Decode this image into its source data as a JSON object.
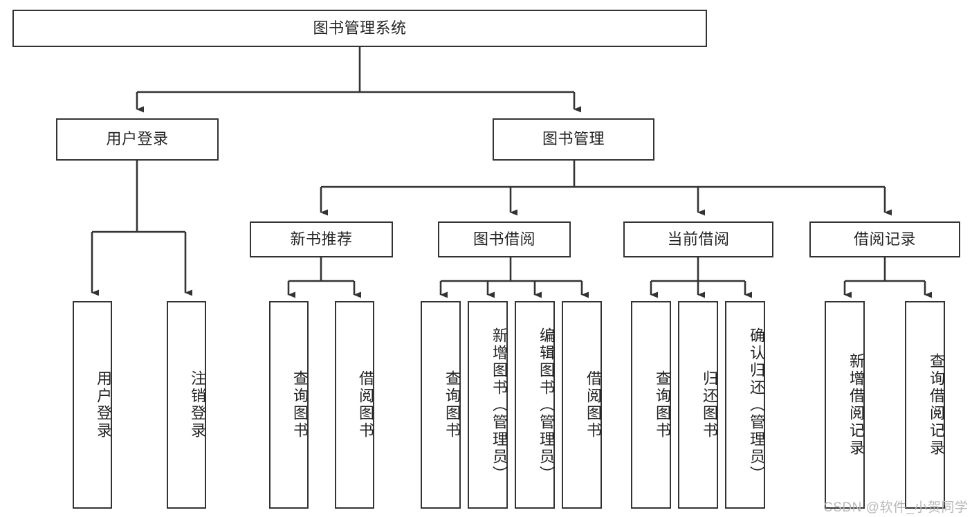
{
  "diagram": {
    "title": "图书管理系统",
    "type": "hierarchy-tree",
    "watermark": "CSDN @软件_小贺同学",
    "levels": {
      "root": {
        "label": "图书管理系统"
      },
      "level2": [
        {
          "id": "user-login",
          "label": "用户登录"
        },
        {
          "id": "book-manage",
          "label": "图书管理"
        }
      ],
      "level3": [
        {
          "id": "new-book-recommend",
          "label": "新书推荐"
        },
        {
          "id": "book-borrow",
          "label": "图书借阅"
        },
        {
          "id": "current-borrow",
          "label": "当前借阅"
        },
        {
          "id": "borrow-record",
          "label": "借阅记录"
        }
      ],
      "leaves": {
        "user_login": [
          {
            "id": "leaf-user-login",
            "label": "用户登录"
          },
          {
            "id": "leaf-logout-login",
            "label": "注销登录"
          }
        ],
        "new_book_recommend": [
          {
            "id": "leaf-query-book-1",
            "label": "查询图书"
          },
          {
            "id": "leaf-borrow-book-1",
            "label": "借阅图书"
          }
        ],
        "book_borrow": [
          {
            "id": "leaf-query-book-2",
            "label": "查询图书"
          },
          {
            "id": "leaf-add-book",
            "label": "新增图书（管理员）"
          },
          {
            "id": "leaf-edit-book",
            "label": "编辑图书（管理员）"
          },
          {
            "id": "leaf-borrow-book-2",
            "label": "借阅图书"
          }
        ],
        "current_borrow": [
          {
            "id": "leaf-query-book-3",
            "label": "查询图书"
          },
          {
            "id": "leaf-return-book",
            "label": "归还图书"
          },
          {
            "id": "leaf-confirm-return",
            "label": "确认归还（管理员）"
          }
        ],
        "borrow_record": [
          {
            "id": "leaf-add-record",
            "label": "新增借阅记录"
          },
          {
            "id": "leaf-query-record",
            "label": "查询借阅记录"
          }
        ]
      }
    },
    "colors": {
      "node_border": "#333333",
      "node_fill": "#ffffff",
      "edge": "#333333",
      "text": "#222222",
      "watermark": "#b9b9b9",
      "background": "#ffffff"
    }
  }
}
